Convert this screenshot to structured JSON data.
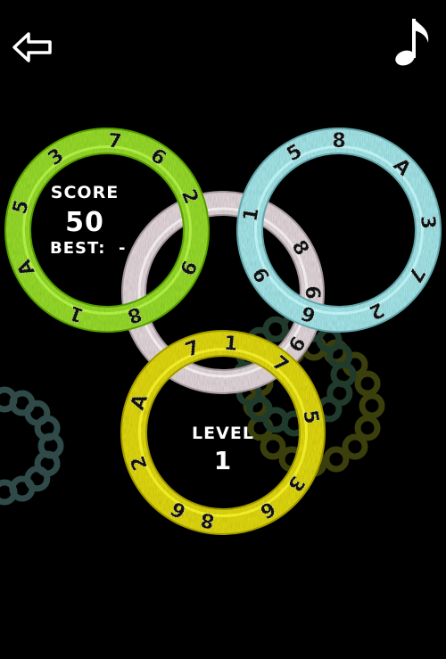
{
  "hud": {
    "score_label": "SCORE",
    "score_value": "50",
    "best_label": "BEST:",
    "best_value": "-",
    "level_label": "LEVEL",
    "level_value": "1"
  },
  "icons": {
    "back": "arrow-left-icon",
    "music": "music-note-icon"
  },
  "rings": [
    {
      "id": "green",
      "color": "#9be22e",
      "numbers": [
        "7",
        "6",
        "2",
        "9",
        "8",
        "1",
        "A",
        "5",
        "3"
      ]
    },
    {
      "id": "cyan",
      "color": "#a9ecf0",
      "numbers": [
        "8",
        "A",
        "3",
        "7",
        "2",
        "6",
        "9",
        "1",
        "5"
      ]
    },
    {
      "id": "white",
      "color": "#e9dde1",
      "numbers": [
        "8",
        "6",
        "9"
      ]
    },
    {
      "id": "yellow",
      "color": "#e7df12",
      "numbers": [
        "1",
        "7",
        "5",
        "3",
        "6",
        "8",
        "6",
        "2",
        "A",
        "7"
      ]
    }
  ],
  "ghost_rings": [
    {
      "id": "ghost-left",
      "color": "#2f4a48"
    },
    {
      "id": "ghost-right",
      "color": "#3b3f0c"
    },
    {
      "id": "ghost-mid",
      "color": "#203b2b"
    }
  ]
}
